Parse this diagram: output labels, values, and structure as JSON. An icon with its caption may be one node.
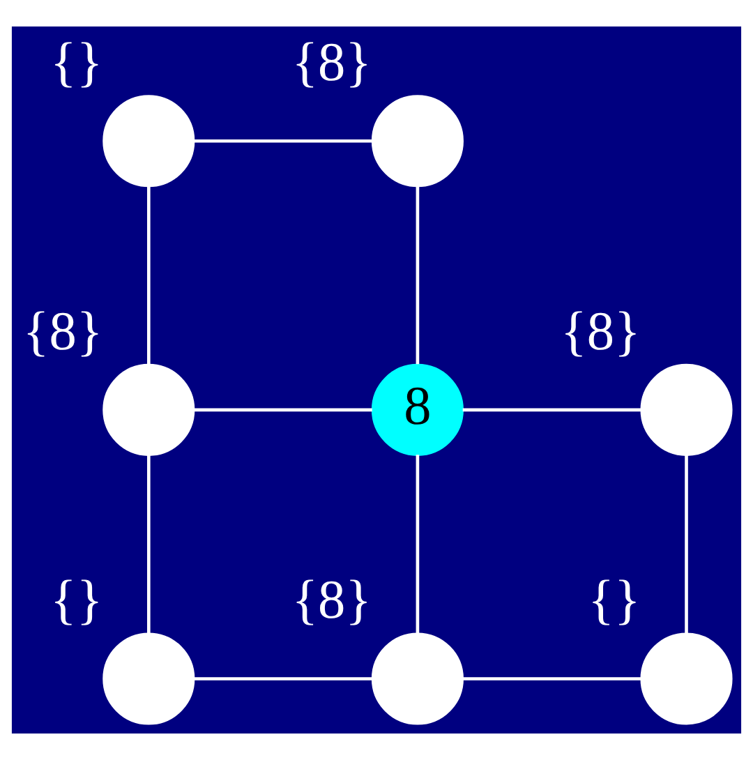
{
  "diagram": {
    "nodes": [
      {
        "text": [],
        "shape": "circle",
        "beside": [
          "{}"
        ]
      },
      {
        "text": [],
        "shape": "circle",
        "beside": [
          "{8}"
        ]
      },
      {
        "text": [],
        "shape": "circle",
        "beside": [
          "{8}"
        ]
      },
      {
        "text": [
          "8"
        ]
      },
      {
        "text": [],
        "shape": "circle",
        "beside": [
          "{8}"
        ]
      },
      {
        "text": [],
        "shape": "circle",
        "beside": [
          "{}"
        ]
      },
      {
        "text": [],
        "shape": "circle",
        "beside": [
          "{8}"
        ]
      },
      {
        "text": [],
        "shape": "circle",
        "beside": [
          "{}"
        ]
      }
    ],
    "edges": [
      {
        "from": 0,
        "to": 1,
        "arrow": "none"
      },
      {
        "from": 0,
        "to": 2,
        "arrow": "none"
      },
      {
        "from": 1,
        "to": 3,
        "arrow": "none"
      },
      {
        "from": 2,
        "to": 3,
        "arrow": "none"
      },
      {
        "from": 3,
        "to": 4,
        "arrow": "none"
      },
      {
        "from": 2,
        "to": 5,
        "arrow": "none"
      },
      {
        "from": 3,
        "to": 6,
        "arrow": "none"
      },
      {
        "from": 4,
        "to": 7,
        "arrow": "none"
      },
      {
        "from": 5,
        "to": 6,
        "arrow": "none"
      },
      {
        "from": 6,
        "to": 7,
        "arrow": "none"
      }
    ]
  }
}
